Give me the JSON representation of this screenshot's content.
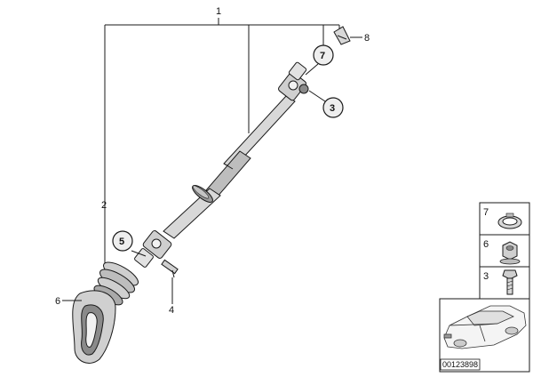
{
  "callouts": {
    "p1": "1",
    "p2": "2",
    "p3": "3",
    "p4": "4",
    "p5": "5",
    "p6": "6",
    "p7": "7",
    "p8": "8"
  },
  "legend": {
    "items": [
      {
        "label": "7",
        "part": "clamp-ring"
      },
      {
        "label": "6",
        "part": "nut"
      },
      {
        "label": "3",
        "part": "bolt"
      }
    ]
  },
  "thumbnail": {
    "code": "00123898"
  },
  "colors": {
    "line": "#1a1a1a",
    "part_fill": "#d8d8d8",
    "part_dark": "#8a8a8a",
    "circle_fill": "#eeeeee"
  }
}
